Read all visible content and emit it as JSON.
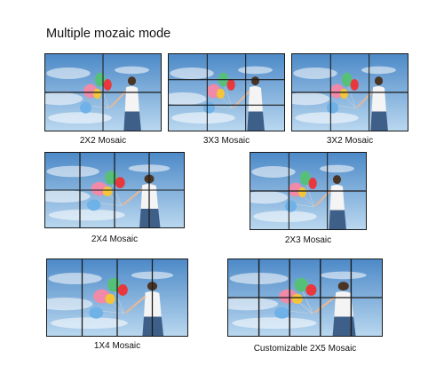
{
  "title": "Multiple mozaic mode",
  "colors": {
    "sky": "#6aa2d2",
    "frame": "#1a1a1a",
    "shirt": "#f4f4f4",
    "jeans": "#3e5f88"
  },
  "mosaics": [
    {
      "label": "2X2 Mosaic",
      "cols": 2,
      "rows": 2
    },
    {
      "label": "3X3 Mosaic",
      "cols": 3,
      "rows": 3
    },
    {
      "label": "3X2 Mosaic",
      "cols": 3,
      "rows": 2
    },
    {
      "label": "2X4 Mosaic",
      "cols": 4,
      "rows": 2
    },
    {
      "label": "2X3 Mosaic",
      "cols": 3,
      "rows": 2
    },
    {
      "label": "1X4 Mosaic",
      "cols": 4,
      "rows": 1
    },
    {
      "label": "Customizable 2X5 Mosaic",
      "cols": 5,
      "rows": 2
    }
  ]
}
